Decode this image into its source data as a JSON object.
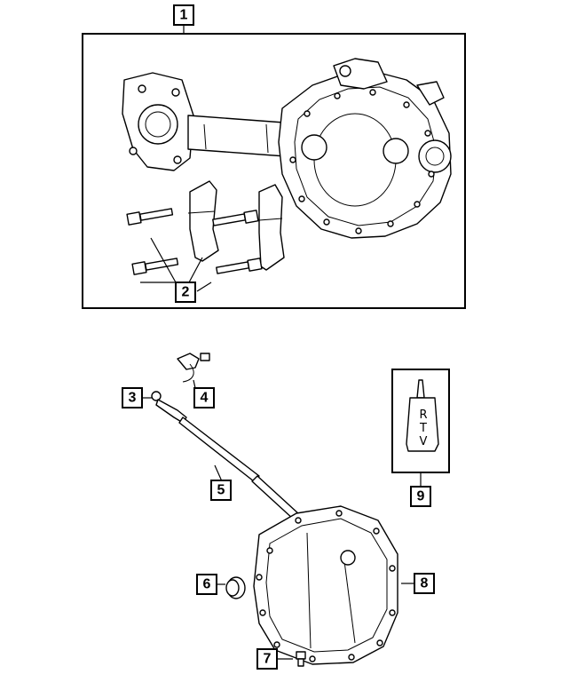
{
  "callouts": {
    "c1": "1",
    "c2": "2",
    "c3": "3",
    "c4": "4",
    "c5": "5",
    "c6": "6",
    "c7": "7",
    "c8": "8",
    "c9": "9"
  },
  "tube_label": {
    "l1": "R",
    "l2": "T",
    "l3": "V"
  }
}
